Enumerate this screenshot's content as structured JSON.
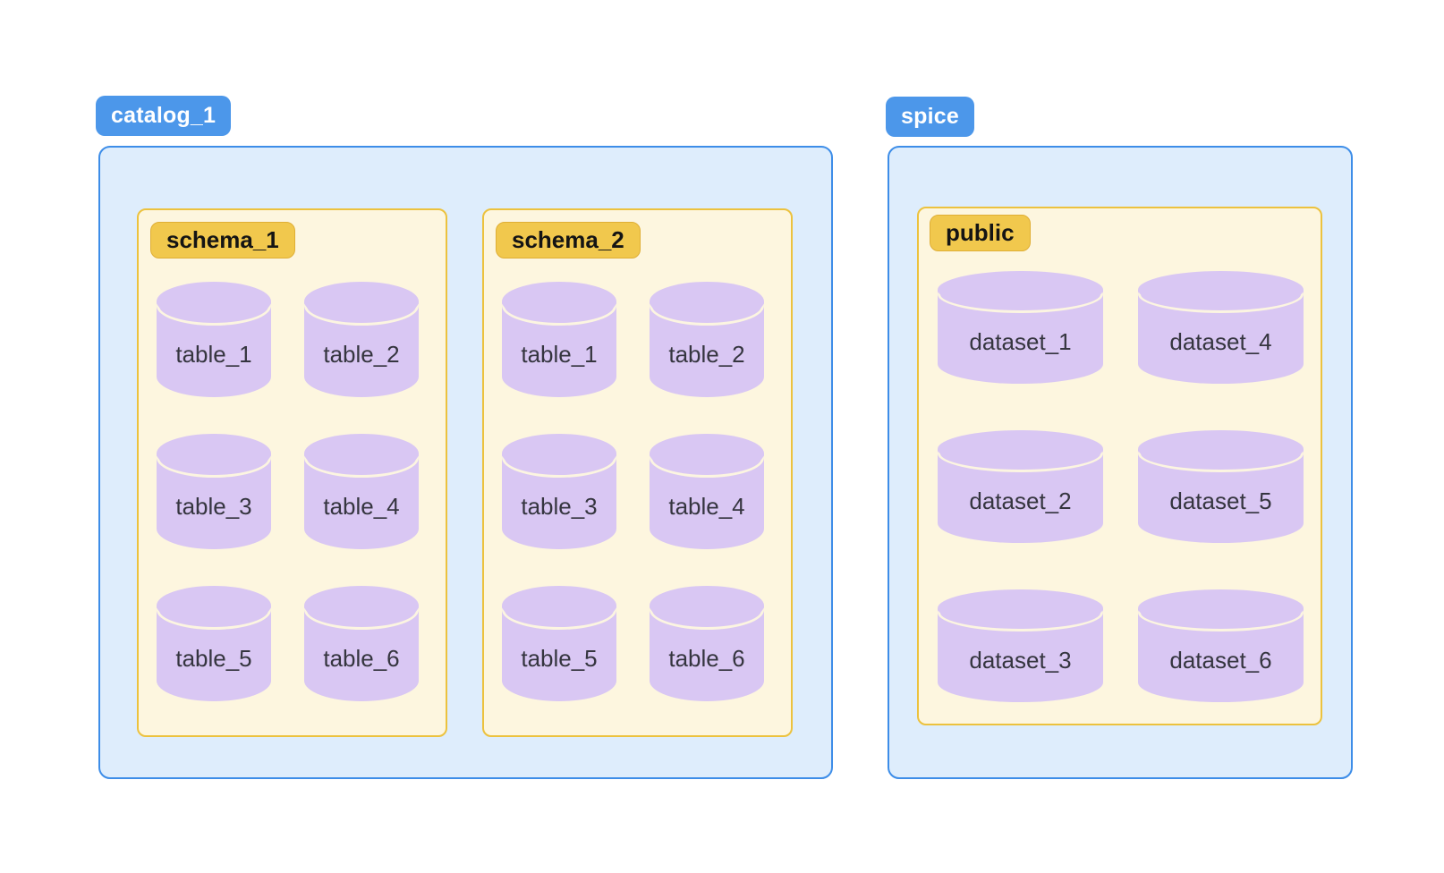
{
  "colors": {
    "page_bg": "#FFFFFF",
    "badge_blue_bg": "#4C97EA",
    "badge_blue_text": "#FFFFFF",
    "container_bg": "#DEEDFC",
    "container_border": "#3D8DE8",
    "schema_bg": "#FDF6DF",
    "schema_border": "#ECC23E",
    "badge_gold_bg": "#F1C84D",
    "badge_gold_border": "#DFAE35",
    "badge_gold_text": "#141414",
    "cylinder_bg": "#D9C7F3",
    "cylinder_arc": "#FCF5E1",
    "cylinder_text": "#35353F"
  },
  "catalogs": [
    {
      "label": "catalog_1",
      "schemas": [
        {
          "label": "schema_1",
          "items": [
            "table_1",
            "table_2",
            "table_3",
            "table_4",
            "table_5",
            "table_6"
          ]
        },
        {
          "label": "schema_2",
          "items": [
            "table_1",
            "table_2",
            "table_3",
            "table_4",
            "table_5",
            "table_6"
          ]
        }
      ]
    },
    {
      "label": "spice",
      "schemas": [
        {
          "label": "public",
          "items": [
            "dataset_1",
            "dataset_4",
            "dataset_2",
            "dataset_5",
            "dataset_3",
            "dataset_6"
          ]
        }
      ]
    }
  ]
}
